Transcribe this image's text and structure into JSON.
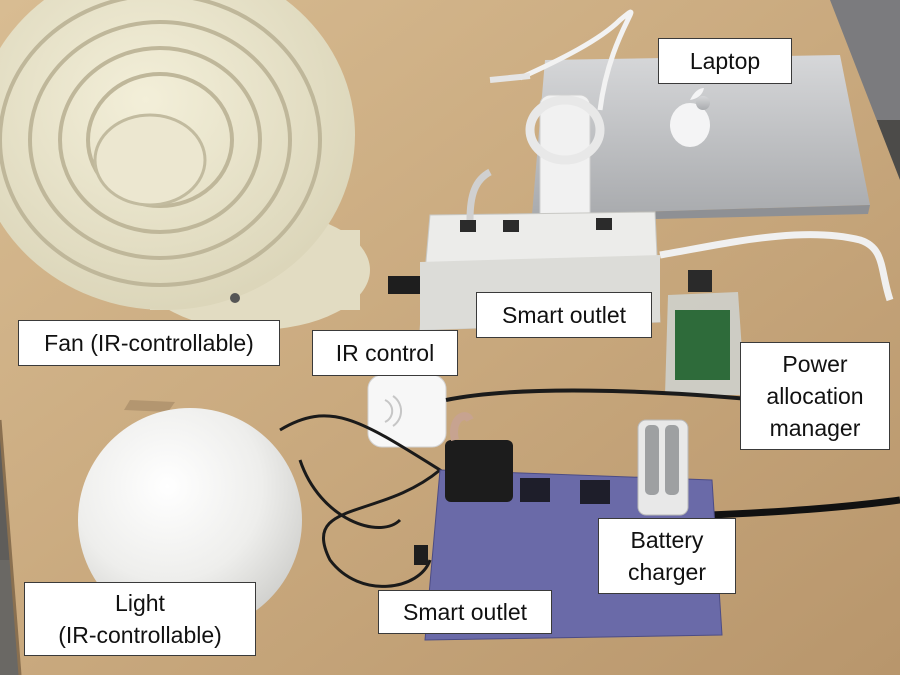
{
  "labels": {
    "laptop": "Laptop",
    "smart_outlet_top": "Smart outlet",
    "fan": "Fan (IR-controllable)",
    "ir_control": "IR control",
    "power_manager": "Power\nallocation\nmanager",
    "battery_charger": "Battery\ncharger",
    "smart_outlet_bottom": "Smart outlet",
    "light": "Light\n(IR-controllable)"
  },
  "colors": {
    "desk": "#c9a97e",
    "label_background": "#ffffff",
    "label_border": "#3a3a3a",
    "purple_outlet": "#6a6aa8",
    "white_outlet": "#ececea"
  }
}
